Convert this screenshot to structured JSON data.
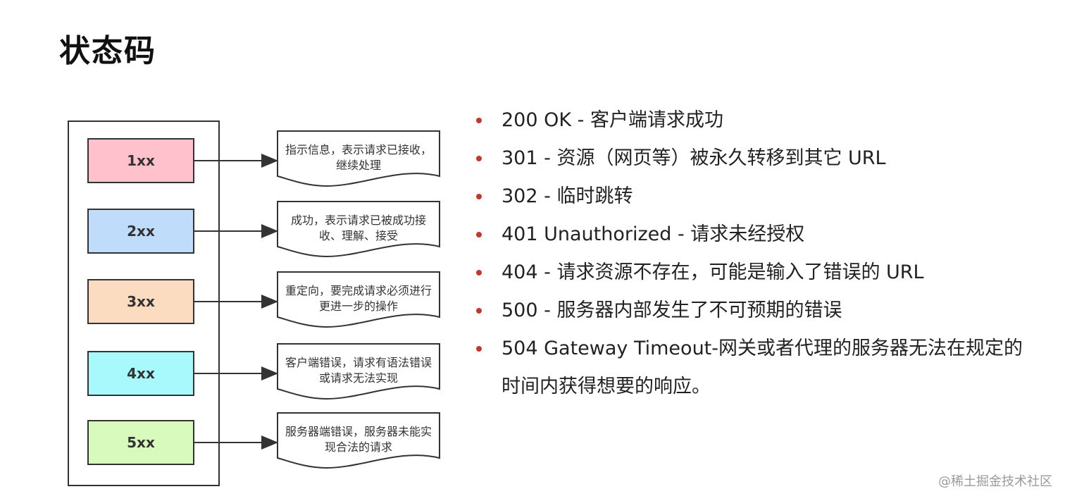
{
  "title": "状态码",
  "diagram": {
    "rows": [
      {
        "code": "1xx",
        "fill": "#ffc2cc",
        "desc": [
          "指示信息，表示请求已接收，",
          "继续处理"
        ]
      },
      {
        "code": "2xx",
        "fill": "#c0dcfb",
        "desc": [
          "成功，表示请求已被成功接",
          "收、理解、接受"
        ]
      },
      {
        "code": "3xx",
        "fill": "#fbdcc0",
        "desc": [
          "重定向，要完成请求必须进行",
          "更进一步的操作"
        ]
      },
      {
        "code": "4xx",
        "fill": "#a8f9fb",
        "desc": [
          "客户端错误，请求有语法错误",
          "或请求无法实现"
        ]
      },
      {
        "code": "5xx",
        "fill": "#d8fbbd",
        "desc": [
          "服务器端错误，服务器未能实",
          "现合法的请求"
        ]
      }
    ]
  },
  "status_list": [
    "200 OK - 客户端请求成功",
    "301 - 资源（网页等）被永久转移到其它 URL",
    "302 - 临时跳转",
    "401 Unauthorized - 请求未经授权",
    "404 - 请求资源不存在，可能是输入了错误的 URL",
    "500 - 服务器内部发生了不可预期的错误",
    "504 Gateway Timeout-网关或者代理的服务器无法在规定的时间内获得想要的响应。"
  ],
  "colors": {
    "bullet": "#c0392b",
    "stroke": "#333333"
  },
  "watermark": "@稀土掘金技术社区"
}
